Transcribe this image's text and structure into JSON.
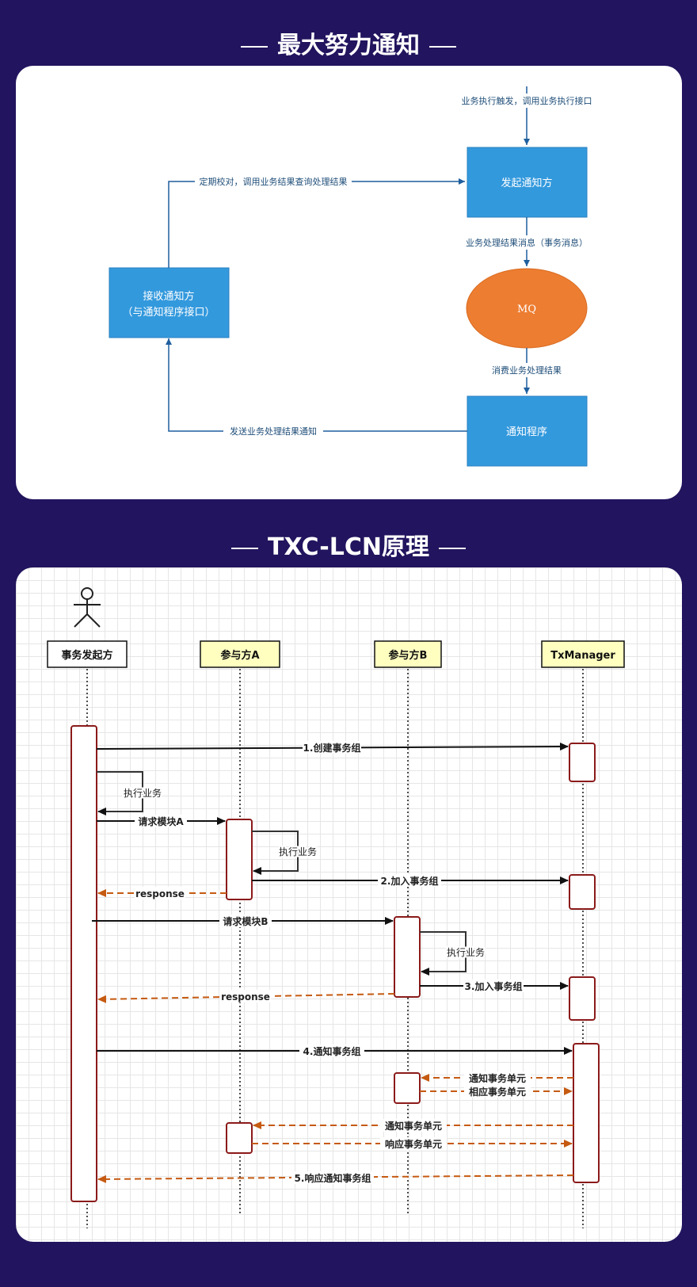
{
  "section1": {
    "title": "最大努力通知",
    "boxes": {
      "initiator": "发起通知方",
      "mq": "MQ",
      "notifier": "通知程序",
      "receiver_line1": "接收通知方",
      "receiver_line2": "（与通知程序接口）"
    },
    "edges": {
      "trigger": "业务执行触发，调用业务执行接口",
      "to_mq": "业务处理结果消息（事务消息）",
      "consume": "消费业务处理结果",
      "send_notify": "发送业务处理结果通知",
      "periodic_check": "定期校对，调用业务结果查询处理结果"
    }
  },
  "section2": {
    "title": "TXC-LCN原理",
    "lanes": {
      "initiator": "事务发起方",
      "party_a": "参与方A",
      "party_b": "参与方B",
      "manager": "TxManager"
    },
    "messages": {
      "m1": "1.创建事务组",
      "self_exec_1": "执行业务",
      "req_a": "请求模块A",
      "self_exec_a": "执行业务",
      "m2": "2.加入事务组",
      "resp_a": "response",
      "req_b": "请求模块B",
      "self_exec_b": "执行业务",
      "m3": "3.加入事务组",
      "resp_b": "response",
      "m4": "4.通知事务组",
      "notify_unit_b": "通知事务单元",
      "ack_unit_b": "相应事务单元",
      "notify_unit_a": "通知事务单元",
      "ack_unit_a": "响应事务单元",
      "m5": "5.响应通知事务组"
    },
    "colors": {
      "activation_border": "#8b1a1a",
      "return_arrow": "#c55a11",
      "lane_fill": "#ffffc0"
    }
  }
}
